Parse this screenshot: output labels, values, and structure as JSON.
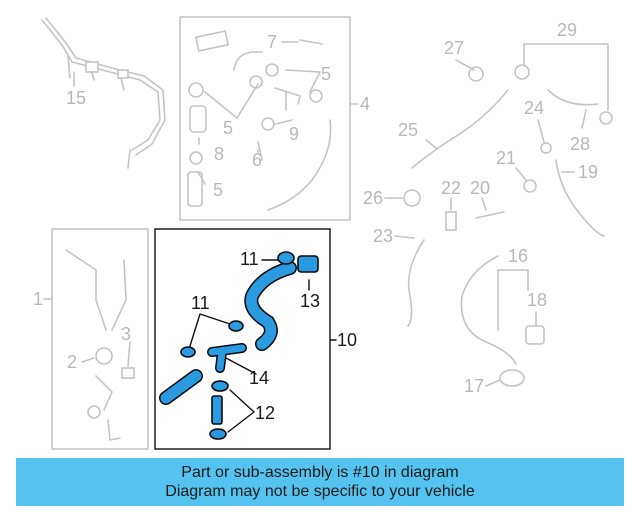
{
  "banner": {
    "line1": "Part or sub-assembly is #10 in diagram",
    "line2": "Diagram may not be specific to your vehicle"
  },
  "callouts": {
    "c1": "1",
    "c2": "2",
    "c3": "3",
    "c4": "4",
    "c5a": "5",
    "c5b": "5",
    "c5c": "5",
    "c6": "6",
    "c7": "7",
    "c8": "8",
    "c9": "9",
    "c10": "10",
    "c11a": "11",
    "c11b": "11",
    "c12": "12",
    "c13": "13",
    "c14": "14",
    "c15": "15",
    "c16": "16",
    "c17": "17",
    "c18": "18",
    "c19": "19",
    "c20": "20",
    "c21": "21",
    "c22": "22",
    "c23": "23",
    "c24": "24",
    "c25": "25",
    "c26": "26",
    "c27": "27",
    "c28": "28",
    "c29": "29"
  },
  "colors": {
    "highlight": "#2a9be0",
    "banner": "#55c3f0",
    "faded": "#c4c4c4"
  }
}
